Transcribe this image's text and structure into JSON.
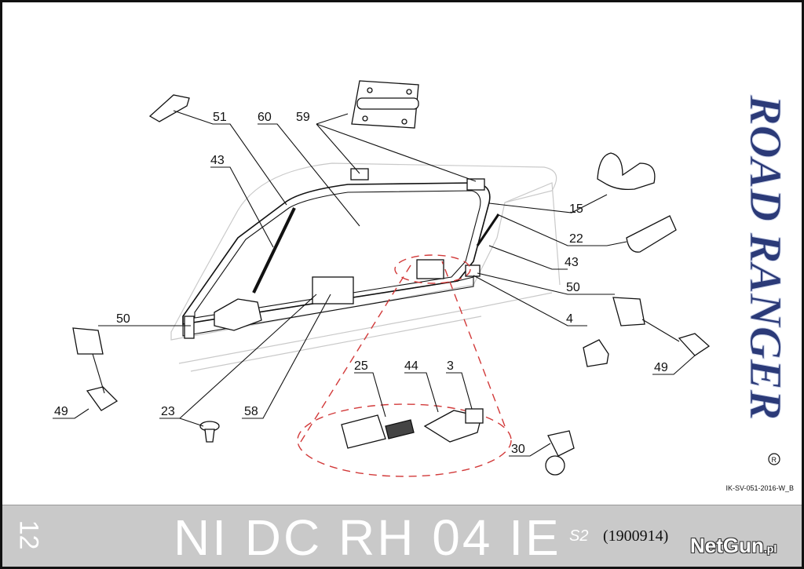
{
  "callouts": {
    "c51": "51",
    "c60": "60",
    "c59": "59",
    "c43a": "43",
    "c15": "15",
    "c22": "22",
    "c43b": "43",
    "c50a": "50",
    "c4": "4",
    "c49a": "49",
    "c50b": "50",
    "c49b": "49",
    "c23": "23",
    "c58": "58",
    "c25": "25",
    "c44": "44",
    "c3": "3",
    "c30": "30"
  },
  "brand": {
    "name": "ROAD RANGER"
  },
  "doc_reference": "IK-SV-051-2016-W_B",
  "footer": {
    "page_number": "12",
    "model_code": "NI DC RH 04 IE",
    "series": "S2",
    "document_number": "(1900914)",
    "site_logo_main": "NetGun",
    "site_logo_tld": ".pl"
  },
  "colors": {
    "callout_leader": "#111111",
    "detail_dash": "#d23a3a",
    "footer_bg": "#c9c9c9",
    "brand_blue": "#2b3a78"
  }
}
